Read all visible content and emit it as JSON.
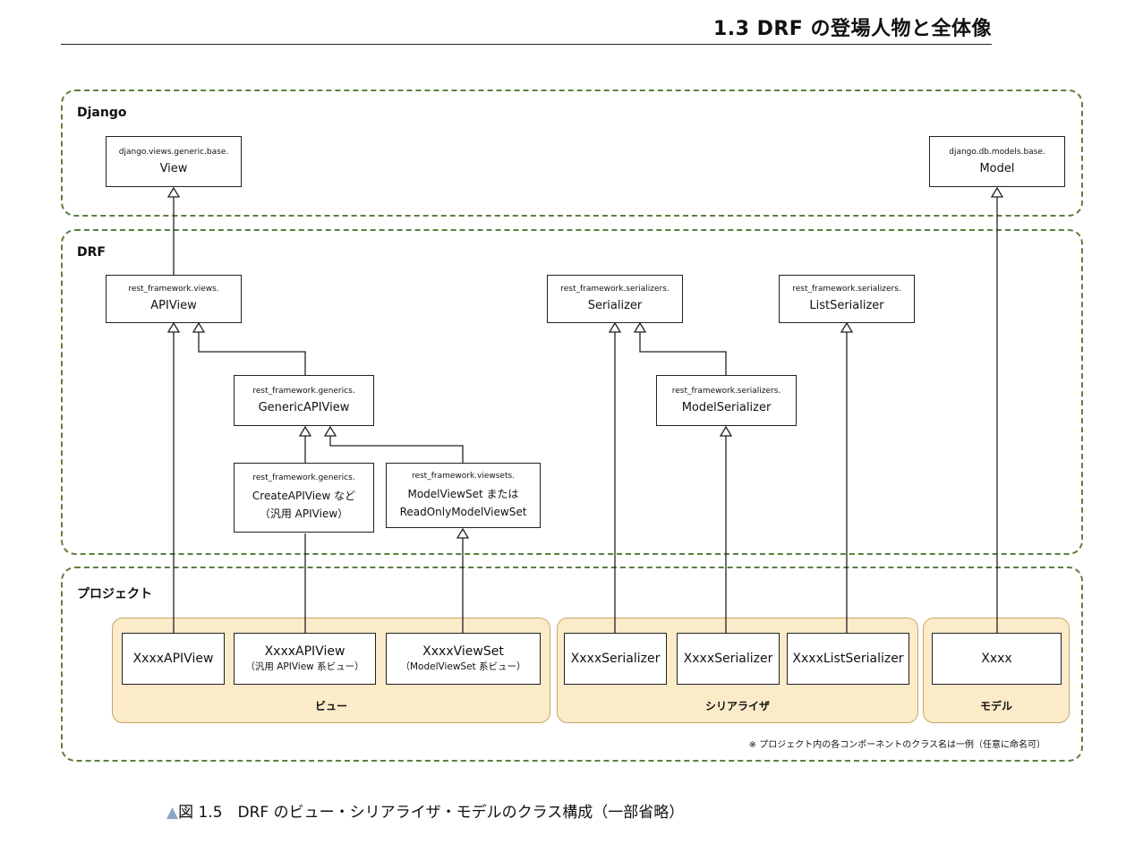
{
  "header": {
    "title": "1.3 DRF の登場人物と全体像"
  },
  "groups": {
    "django": "Django",
    "drf": "DRF",
    "project": "プロジェクト"
  },
  "subgroups": {
    "view": "ビュー",
    "serializer": "シリアライザ",
    "model": "モデル"
  },
  "classes": {
    "django_view": {
      "pkg": "django.views.generic.base.",
      "name": "View"
    },
    "django_model": {
      "pkg": "django.db.models.base.",
      "name": "Model"
    },
    "apiview": {
      "pkg": "rest_framework.views.",
      "name": "APIView"
    },
    "serializer": {
      "pkg": "rest_framework.serializers.",
      "name": "Serializer"
    },
    "listserializer": {
      "pkg": "rest_framework.serializers.",
      "name": "ListSerializer"
    },
    "genericapiview": {
      "pkg": "rest_framework.generics.",
      "name": "GenericAPIView"
    },
    "modelserializer": {
      "pkg": "rest_framework.serializers.",
      "name": "ModelSerializer"
    },
    "createapiview": {
      "pkg": "rest_framework.generics.",
      "line1": "CreateAPIView など",
      "line2": "（汎用 APIView）"
    },
    "modelviewset": {
      "pkg": "rest_framework.viewsets.",
      "line1": "ModelViewSet または",
      "line2": "ReadOnlyModelViewSet"
    },
    "xxxx_apiview": {
      "name": "XxxxAPIView"
    },
    "xxxx_apiview_generic": {
      "name": "XxxxAPIView",
      "sub": "（汎用 APIView 系ビュー）"
    },
    "xxxx_viewset": {
      "name": "XxxxViewSet",
      "sub": "（ModelViewSet 系ビュー）"
    },
    "xxxx_serializer1": {
      "name": "XxxxSerializer"
    },
    "xxxx_serializer2": {
      "name": "XxxxSerializer"
    },
    "xxxx_listserializer": {
      "name": "XxxxListSerializer"
    },
    "xxxx_model": {
      "name": "Xxxx"
    }
  },
  "note": "※ プロジェクト内の各コンポーネントのクラス名は一例（任意に命名可）",
  "caption": {
    "marker": "▲",
    "text": "図 1.5　DRF のビュー・シリアライザ・モデルのクラス構成（一部省略）"
  }
}
